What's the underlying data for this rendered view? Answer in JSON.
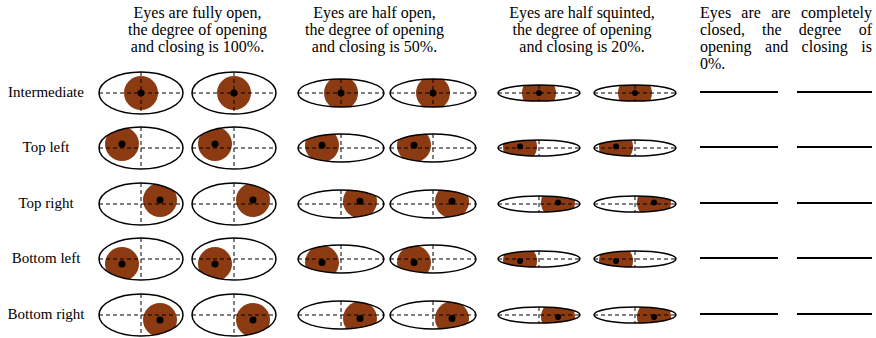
{
  "diagram": {
    "labels": [
      "Eyes are fully open, the degree of opening and closing is 100%.",
      "Eyes are half open, the degree of opening and closing is 50%.",
      "Eyes are half squinted, the degree of opening and closing is 20%.",
      "Eyes are are completely closed, the degree of opening and closing is 0%.",
      "Intermediate",
      "Top left",
      "Top right",
      "Bottom left",
      "Bottom right"
    ]
  }
}
